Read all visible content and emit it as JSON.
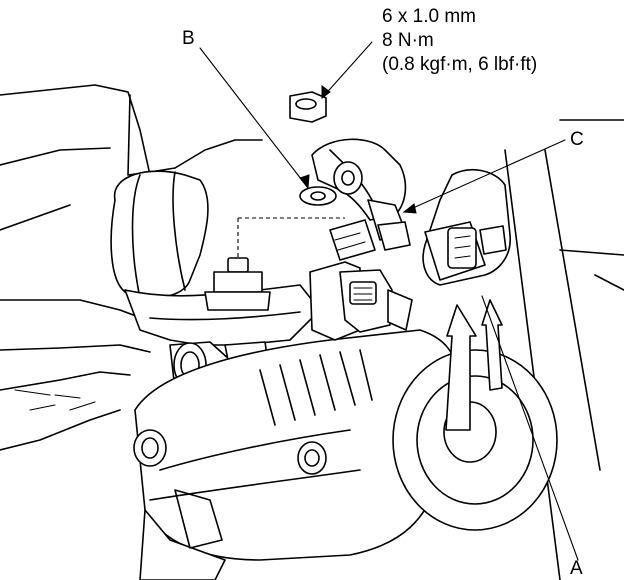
{
  "spec": {
    "line1": "6 x 1.0 mm",
    "line2": "8 N·m",
    "line3": "(0.8 kgf·m, 6 lbf·ft)"
  },
  "callouts": {
    "a": "A",
    "b": "B",
    "c": "C"
  },
  "colors": {
    "ink": "#000000",
    "paper": "#ffffff"
  }
}
